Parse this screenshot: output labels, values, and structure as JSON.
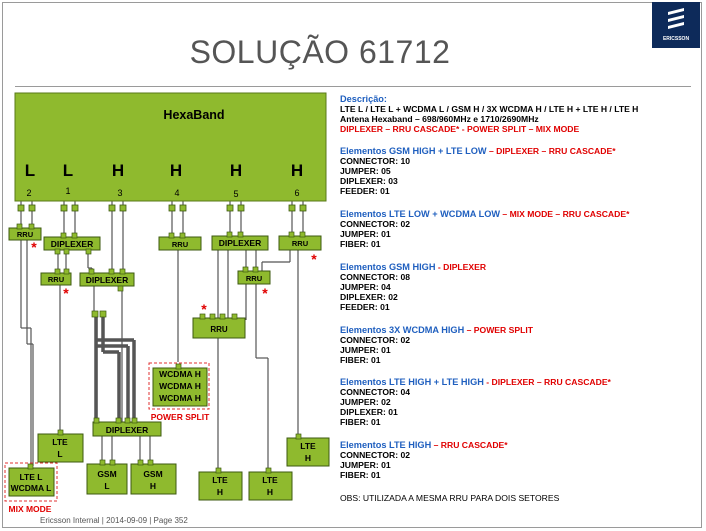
{
  "title": "SOLUÇÃO 61712",
  "logo_text": "ERICSSON",
  "footer": "Ericsson Internal  |  2014-09-09  |  Page 352",
  "diagram": {
    "hexaband_label": "HexaBand",
    "ports": [
      {
        "band": "L",
        "num": "2"
      },
      {
        "band": "L",
        "num": "1"
      },
      {
        "band": "H",
        "num": "3"
      },
      {
        "band": "H",
        "num": "4"
      },
      {
        "band": "H",
        "num": "5"
      },
      {
        "band": "H",
        "num": "6"
      }
    ],
    "rru": "RRU",
    "diplexer": "DIPLEXER",
    "wcdma_h": "WCDMA H",
    "power_split": "POWER SPLIT",
    "mix_mode": "MIX MODE",
    "lte_l": [
      "LTE",
      "L"
    ],
    "lte_l_wcdma": [
      "LTE L",
      "WCDMA L"
    ],
    "gsm_l": [
      "GSM",
      "L"
    ],
    "gsm_h": [
      "GSM",
      "H"
    ],
    "lte_h": [
      "LTE",
      "H"
    ],
    "star": "*"
  },
  "description": {
    "heading": "Descrição:",
    "line1": "LTE L / LTE L + WCDMA L / GSM H / 3X WCDMA H / LTE H + LTE H / LTE H",
    "line2": "Antena Hexaband – 698/960MHz  e  1710/2690MHz",
    "line3": "DIPLEXER – RRU CASCADE* - POWER SPLIT – MIX MODE"
  },
  "sections": [
    {
      "blue": "Elementos GSM HIGH + LTE LOW",
      "sep": " – ",
      "red": "DIPLEXER – RRU CASCADE*",
      "items": [
        "CONNECTOR: 10",
        "JUMPER: 05",
        "DIPLEXER: 03",
        "FEEDER: 01"
      ]
    },
    {
      "blue": "Elementos LTE LOW + WCDMA LOW",
      "sep": " – ",
      "red": "MIX MODE – RRU CASCADE*",
      "items": [
        "CONNECTOR: 02",
        "JUMPER: 01",
        "FIBER: 01"
      ]
    },
    {
      "blue": "Elementos GSM HIGH",
      "sep": " - ",
      "red": "DIPLEXER",
      "items": [
        "CONNECTOR: 08",
        "JUMPER: 04",
        "DIPLEXER: 02",
        "FEEDER: 01"
      ]
    },
    {
      "blue": "Elementos 3X WCDMA HIGH",
      "sep": " – ",
      "red": "POWER SPLIT",
      "items": [
        "CONNECTOR: 02",
        "JUMPER: 01",
        "FIBER: 01"
      ]
    },
    {
      "blue": "Elementos LTE HIGH + LTE HIGH",
      "sep": " - ",
      "red": "DIPLEXER – RRU CASCADE*",
      "items": [
        "CONNECTOR: 04",
        "JUMPER: 02",
        "DIPLEXER: 01",
        "FIBER: 01"
      ]
    },
    {
      "blue": "Elementos LTE HIGH",
      "sep": " – ",
      "red": "RRU CASCADE*",
      "items": [
        "CONNECTOR: 02",
        "JUMPER: 01",
        "FIBER: 01"
      ]
    }
  ],
  "obs": "OBS: UTILIZADA A MESMA RRU PARA DOIS SETORES"
}
